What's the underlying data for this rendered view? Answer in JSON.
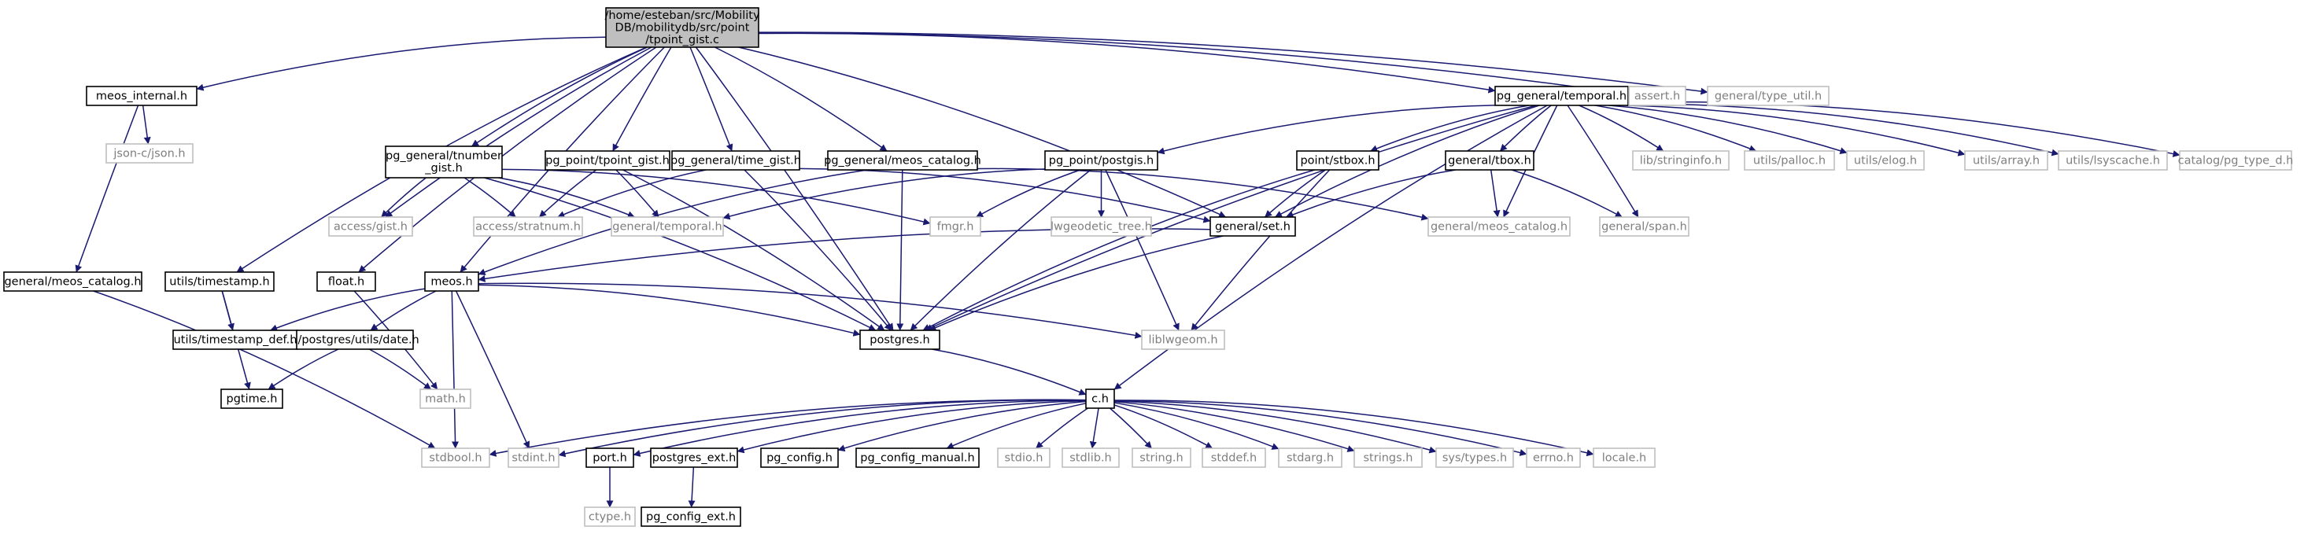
{
  "colors": {
    "edge": "#191970",
    "root_fill": "#bfbfbf",
    "root_border": "#000000",
    "documented_border": "#000000",
    "external_border": "#bfbfbf",
    "external_text": "#7f7f7f",
    "text": "#000000"
  },
  "nodes": [
    {
      "id": "root",
      "lines": [
        "/home/esteban/src/Mobility",
        "DB/mobilitydb/src/point",
        "/tpoint_gist.c"
      ],
      "kind": "root"
    },
    {
      "id": "meos_internal",
      "lines": [
        "meos_internal.h"
      ],
      "kind": "documented"
    },
    {
      "id": "jsonc",
      "lines": [
        "json-c/json.h"
      ],
      "kind": "external"
    },
    {
      "id": "meos_catalog_l",
      "lines": [
        "general/meos_catalog.h"
      ],
      "kind": "documented"
    },
    {
      "id": "tnumber_gist",
      "lines": [
        "pg_general/tnumber",
        "_gist.h"
      ],
      "kind": "documented"
    },
    {
      "id": "access_gist",
      "lines": [
        "access/gist.h"
      ],
      "kind": "external"
    },
    {
      "id": "stratnum",
      "lines": [
        "access/stratnum.h"
      ],
      "kind": "external"
    },
    {
      "id": "general_temporal",
      "lines": [
        "general/temporal.h"
      ],
      "kind": "external"
    },
    {
      "id": "tpoint_gist",
      "lines": [
        "pg_point/tpoint_gist.h"
      ],
      "kind": "documented"
    },
    {
      "id": "time_gist",
      "lines": [
        "pg_general/time_gist.h"
      ],
      "kind": "documented"
    },
    {
      "id": "pg_meos_catalog",
      "lines": [
        "pg_general/meos_catalog.h"
      ],
      "kind": "documented"
    },
    {
      "id": "postgis",
      "lines": [
        "pg_point/postgis.h"
      ],
      "kind": "documented"
    },
    {
      "id": "fmgr",
      "lines": [
        "fmgr.h"
      ],
      "kind": "external"
    },
    {
      "id": "lwgeodetic",
      "lines": [
        "lwgeodetic_tree.h"
      ],
      "kind": "external"
    },
    {
      "id": "general_set",
      "lines": [
        "general/set.h"
      ],
      "kind": "documented"
    },
    {
      "id": "pg_temporal",
      "lines": [
        "pg_general/temporal.h"
      ],
      "kind": "documented"
    },
    {
      "id": "stbox",
      "lines": [
        "point/stbox.h"
      ],
      "kind": "documented"
    },
    {
      "id": "tbox",
      "lines": [
        "general/tbox.h"
      ],
      "kind": "documented"
    },
    {
      "id": "meos_catalog_r",
      "lines": [
        "general/meos_catalog.h"
      ],
      "kind": "external"
    },
    {
      "id": "span",
      "lines": [
        "general/span.h"
      ],
      "kind": "external"
    },
    {
      "id": "stringinfo",
      "lines": [
        "lib/stringinfo.h"
      ],
      "kind": "external"
    },
    {
      "id": "palloc",
      "lines": [
        "utils/palloc.h"
      ],
      "kind": "external"
    },
    {
      "id": "elog",
      "lines": [
        "utils/elog.h"
      ],
      "kind": "external"
    },
    {
      "id": "array",
      "lines": [
        "utils/array.h"
      ],
      "kind": "external"
    },
    {
      "id": "lsyscache",
      "lines": [
        "utils/lsyscache.h"
      ],
      "kind": "external"
    },
    {
      "id": "pg_type_d",
      "lines": [
        "catalog/pg_type_d.h"
      ],
      "kind": "external"
    },
    {
      "id": "assert",
      "lines": [
        "assert.h"
      ],
      "kind": "external"
    },
    {
      "id": "type_util",
      "lines": [
        "general/type_util.h"
      ],
      "kind": "external"
    },
    {
      "id": "utils_timestamp",
      "lines": [
        "utils/timestamp.h"
      ],
      "kind": "documented"
    },
    {
      "id": "float",
      "lines": [
        "float.h"
      ],
      "kind": "documented"
    },
    {
      "id": "meos",
      "lines": [
        "meos.h"
      ],
      "kind": "documented"
    },
    {
      "id": "timestamp_def",
      "lines": [
        "utils/timestamp_def.h"
      ],
      "kind": "documented"
    },
    {
      "id": "date",
      "lines": [
        "../postgres/utils/date.h"
      ],
      "kind": "documented"
    },
    {
      "id": "pgtime",
      "lines": [
        "pgtime.h"
      ],
      "kind": "documented"
    },
    {
      "id": "math",
      "lines": [
        "math.h"
      ],
      "kind": "external"
    },
    {
      "id": "postgres",
      "lines": [
        "postgres.h"
      ],
      "kind": "documented"
    },
    {
      "id": "liblwgeom",
      "lines": [
        "liblwgeom.h"
      ],
      "kind": "external"
    },
    {
      "id": "c",
      "lines": [
        "c.h"
      ],
      "kind": "documented"
    },
    {
      "id": "stdbool",
      "lines": [
        "stdbool.h"
      ],
      "kind": "external"
    },
    {
      "id": "stdint",
      "lines": [
        "stdint.h"
      ],
      "kind": "external"
    },
    {
      "id": "port",
      "lines": [
        "port.h"
      ],
      "kind": "documented"
    },
    {
      "id": "postgres_ext",
      "lines": [
        "postgres_ext.h"
      ],
      "kind": "documented"
    },
    {
      "id": "pg_config",
      "lines": [
        "pg_config.h"
      ],
      "kind": "documented"
    },
    {
      "id": "pg_config_manual",
      "lines": [
        "pg_config_manual.h"
      ],
      "kind": "documented"
    },
    {
      "id": "stdio",
      "lines": [
        "stdio.h"
      ],
      "kind": "external"
    },
    {
      "id": "stdlib",
      "lines": [
        "stdlib.h"
      ],
      "kind": "external"
    },
    {
      "id": "string",
      "lines": [
        "string.h"
      ],
      "kind": "external"
    },
    {
      "id": "stddef",
      "lines": [
        "stddef.h"
      ],
      "kind": "external"
    },
    {
      "id": "stdarg",
      "lines": [
        "stdarg.h"
      ],
      "kind": "external"
    },
    {
      "id": "strings",
      "lines": [
        "strings.h"
      ],
      "kind": "external"
    },
    {
      "id": "sys_types",
      "lines": [
        "sys/types.h"
      ],
      "kind": "external"
    },
    {
      "id": "errno",
      "lines": [
        "errno.h"
      ],
      "kind": "external"
    },
    {
      "id": "locale",
      "lines": [
        "locale.h"
      ],
      "kind": "external"
    },
    {
      "id": "ctype",
      "lines": [
        "ctype.h"
      ],
      "kind": "external"
    },
    {
      "id": "pg_config_ext",
      "lines": [
        "pg_config_ext.h"
      ],
      "kind": "documented"
    }
  ],
  "edges": [
    [
      "root",
      "meos_internal"
    ],
    [
      "root",
      "tnumber_gist"
    ],
    [
      "root",
      "tpoint_gist"
    ],
    [
      "root",
      "time_gist"
    ],
    [
      "root",
      "pg_meos_catalog"
    ],
    [
      "root",
      "pg_temporal"
    ],
    [
      "root",
      "assert"
    ],
    [
      "root",
      "type_util"
    ],
    [
      "root",
      "access_gist"
    ],
    [
      "root",
      "utils_timestamp"
    ],
    [
      "root",
      "float"
    ],
    [
      "root",
      "meos"
    ],
    [
      "root",
      "postgres"
    ],
    [
      "root",
      "general_set"
    ],
    [
      "meos_internal",
      "jsonc"
    ],
    [
      "meos_internal",
      "meos_catalog_l"
    ],
    [
      "meos_catalog_l",
      "stdbool"
    ],
    [
      "tnumber_gist",
      "access_gist"
    ],
    [
      "tnumber_gist",
      "stratnum"
    ],
    [
      "tnumber_gist",
      "general_temporal"
    ],
    [
      "tnumber_gist",
      "postgres"
    ],
    [
      "tnumber_gist",
      "fmgr"
    ],
    [
      "tpoint_gist",
      "stratnum"
    ],
    [
      "tpoint_gist",
      "general_temporal"
    ],
    [
      "tpoint_gist",
      "postgres"
    ],
    [
      "time_gist",
      "stratnum"
    ],
    [
      "time_gist",
      "postgres"
    ],
    [
      "time_gist",
      "general_set"
    ],
    [
      "pg_meos_catalog",
      "meos"
    ],
    [
      "pg_meos_catalog",
      "postgres"
    ],
    [
      "pg_meos_catalog",
      "meos_catalog_r"
    ],
    [
      "postgis",
      "general_temporal"
    ],
    [
      "postgis",
      "fmgr"
    ],
    [
      "postgis",
      "lwgeodetic"
    ],
    [
      "postgis",
      "postgres"
    ],
    [
      "postgis",
      "liblwgeom"
    ],
    [
      "pg_temporal",
      "postgis"
    ],
    [
      "pg_temporal",
      "general_set"
    ],
    [
      "pg_temporal",
      "stbox"
    ],
    [
      "pg_temporal",
      "tbox"
    ],
    [
      "pg_temporal",
      "meos_catalog_r"
    ],
    [
      "pg_temporal",
      "span"
    ],
    [
      "pg_temporal",
      "stringinfo"
    ],
    [
      "pg_temporal",
      "palloc"
    ],
    [
      "pg_temporal",
      "elog"
    ],
    [
      "pg_temporal",
      "array"
    ],
    [
      "pg_temporal",
      "lsyscache"
    ],
    [
      "pg_temporal",
      "pg_type_d"
    ],
    [
      "pg_temporal",
      "postgres"
    ],
    [
      "pg_temporal",
      "c"
    ],
    [
      "stbox",
      "general_set"
    ],
    [
      "stbox",
      "postgres"
    ],
    [
      "stbox",
      "liblwgeom"
    ],
    [
      "tbox",
      "general_set"
    ],
    [
      "tbox",
      "meos_catalog_r"
    ],
    [
      "tbox",
      "span"
    ],
    [
      "general_set",
      "meos"
    ],
    [
      "general_set",
      "postgres"
    ],
    [
      "utils_timestamp",
      "timestamp_def"
    ],
    [
      "utils_timestamp",
      "pgtime"
    ],
    [
      "float",
      "math"
    ],
    [
      "meos",
      "timestamp_def"
    ],
    [
      "meos",
      "date"
    ],
    [
      "meos",
      "postgres"
    ],
    [
      "meos",
      "liblwgeom"
    ],
    [
      "meos",
      "stdbool"
    ],
    [
      "meos",
      "stdint"
    ],
    [
      "date",
      "pgtime"
    ],
    [
      "date",
      "math"
    ],
    [
      "postgres",
      "c"
    ],
    [
      "c",
      "stdbool"
    ],
    [
      "c",
      "stdint"
    ],
    [
      "c",
      "port"
    ],
    [
      "c",
      "postgres_ext"
    ],
    [
      "c",
      "pg_config"
    ],
    [
      "c",
      "pg_config_manual"
    ],
    [
      "c",
      "stdio"
    ],
    [
      "c",
      "stdlib"
    ],
    [
      "c",
      "string"
    ],
    [
      "c",
      "stddef"
    ],
    [
      "c",
      "stdarg"
    ],
    [
      "c",
      "strings"
    ],
    [
      "c",
      "sys_types"
    ],
    [
      "c",
      "errno"
    ],
    [
      "c",
      "locale"
    ],
    [
      "port",
      "ctype"
    ],
    [
      "postgres_ext",
      "pg_config_ext"
    ]
  ]
}
